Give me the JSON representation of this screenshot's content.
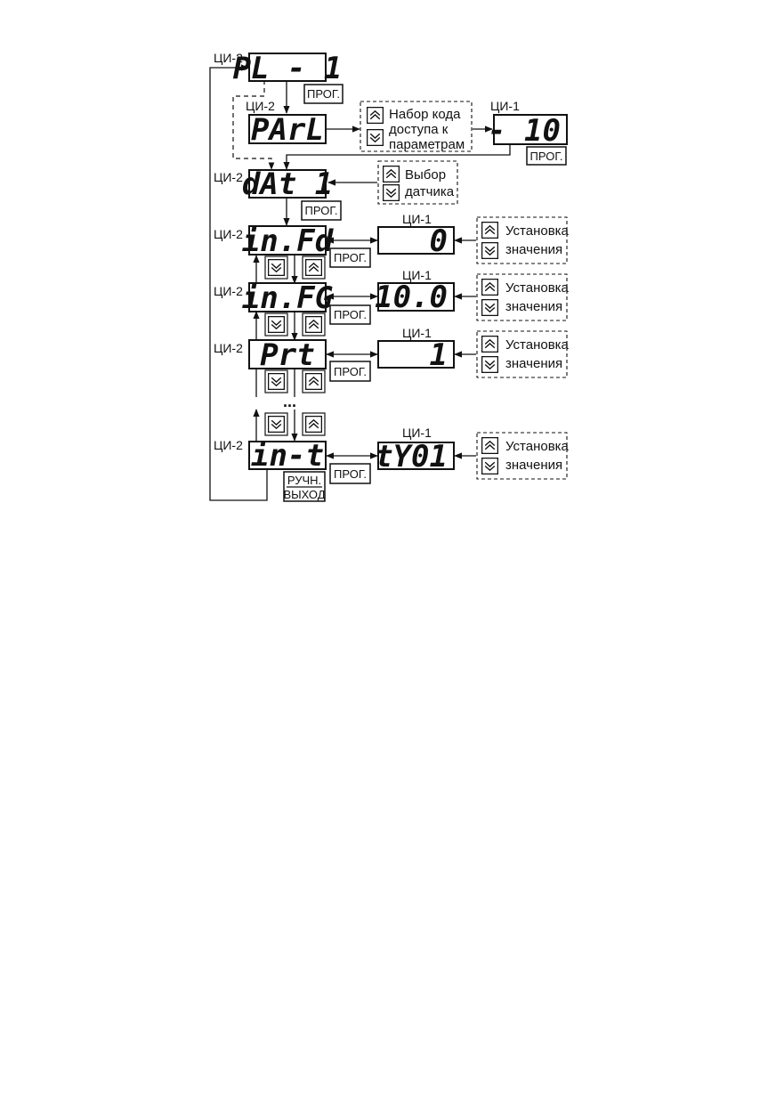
{
  "labels": {
    "ci1": "ЦИ-1",
    "ci2": "ЦИ-2"
  },
  "buttons": {
    "prog": "ПРОГ.",
    "ruchn": "РУЧН.",
    "vykhod": "ВЫХОД"
  },
  "displays": {
    "pl1": "PL - 1",
    "parl": "PArL",
    "dat1": "dAt 1",
    "infd": "in.Fd",
    "infg": "in.FG",
    "prt": "Prt",
    "int": "in-t",
    "code_value": "- 10",
    "fd_value": "0",
    "fg_value": "10.0",
    "prt_value": "1",
    "t_value": "tY01"
  },
  "notes": {
    "access_line1": "Набор кода",
    "access_line2": "доступа к",
    "access_line3": "параметрам",
    "sensor_line1": "Выбор",
    "sensor_line2": "датчика",
    "set_line1": "Установка",
    "set_line2": "значения"
  },
  "ellipsis": "..."
}
